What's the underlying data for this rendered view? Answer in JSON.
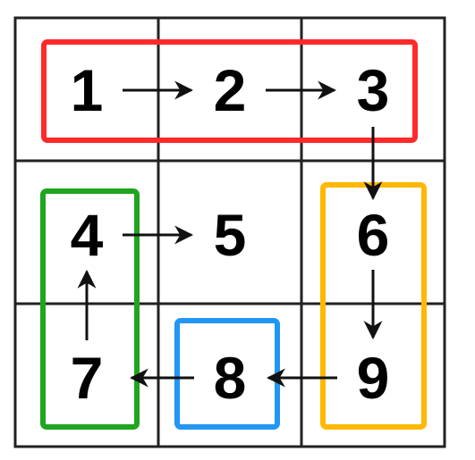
{
  "grid": {
    "rows": 3,
    "cols": 3,
    "numbers": [
      "1",
      "2",
      "3",
      "4",
      "5",
      "6",
      "7",
      "8",
      "9"
    ]
  },
  "groups": [
    {
      "id": "top-row",
      "color": "#ff2a2a",
      "members": [
        "1",
        "2",
        "3"
      ]
    },
    {
      "id": "right-column",
      "color": "#ffb800",
      "members": [
        "6",
        "9"
      ]
    },
    {
      "id": "middle-bottom",
      "color": "#2196f3",
      "members": [
        "8"
      ]
    },
    {
      "id": "left-column",
      "color": "#1fa51f",
      "members": [
        "4",
        "7"
      ]
    }
  ],
  "arrows": [
    {
      "from": "1",
      "to": "2"
    },
    {
      "from": "2",
      "to": "3"
    },
    {
      "from": "3",
      "to": "6"
    },
    {
      "from": "6",
      "to": "9"
    },
    {
      "from": "9",
      "to": "8"
    },
    {
      "from": "8",
      "to": "7"
    },
    {
      "from": "7",
      "to": "4"
    },
    {
      "from": "4",
      "to": "5"
    }
  ],
  "colors": {
    "grid_line": "#222222",
    "arrow": "#111111",
    "text": "#000000"
  }
}
